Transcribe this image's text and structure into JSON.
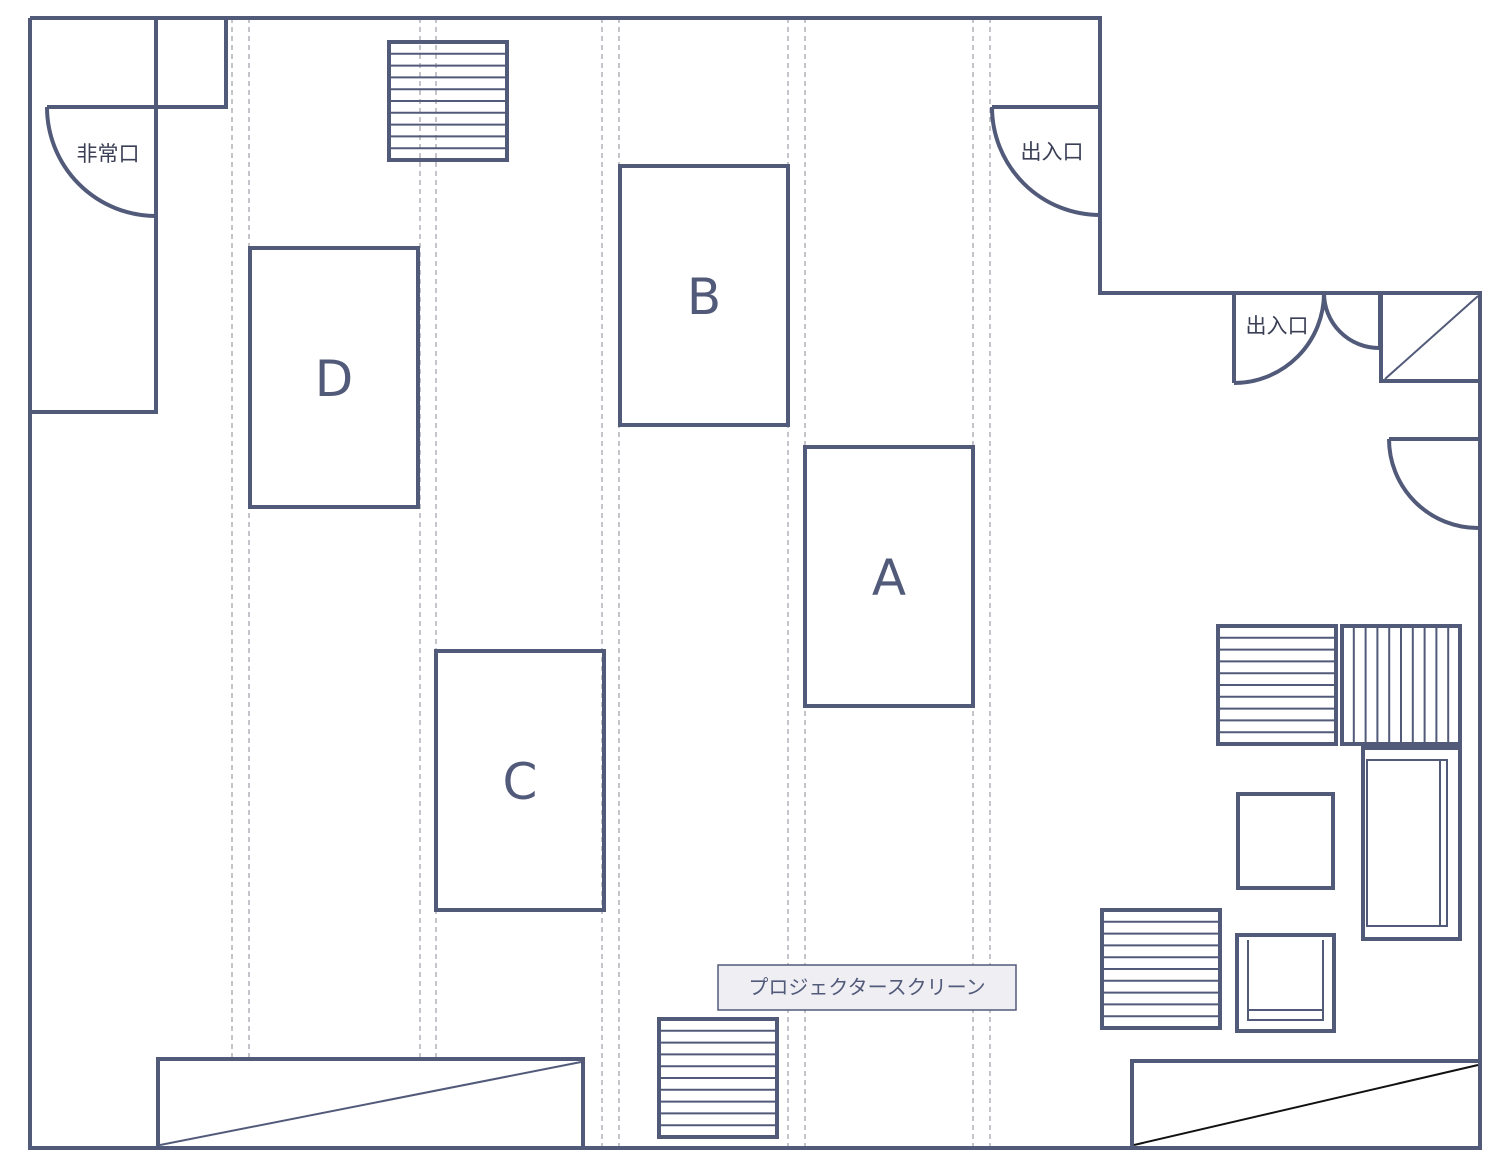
{
  "tables": {
    "a": "A",
    "b": "B",
    "c": "C",
    "d": "D"
  },
  "doors": {
    "emergency_exit": "非常口",
    "entrance_top": "出入口",
    "entrance_right": "出入口"
  },
  "projector_screen": "プロジェクタースクリーン",
  "colors": {
    "line": "#525a7a",
    "screen_fill": "#eeeef3"
  }
}
